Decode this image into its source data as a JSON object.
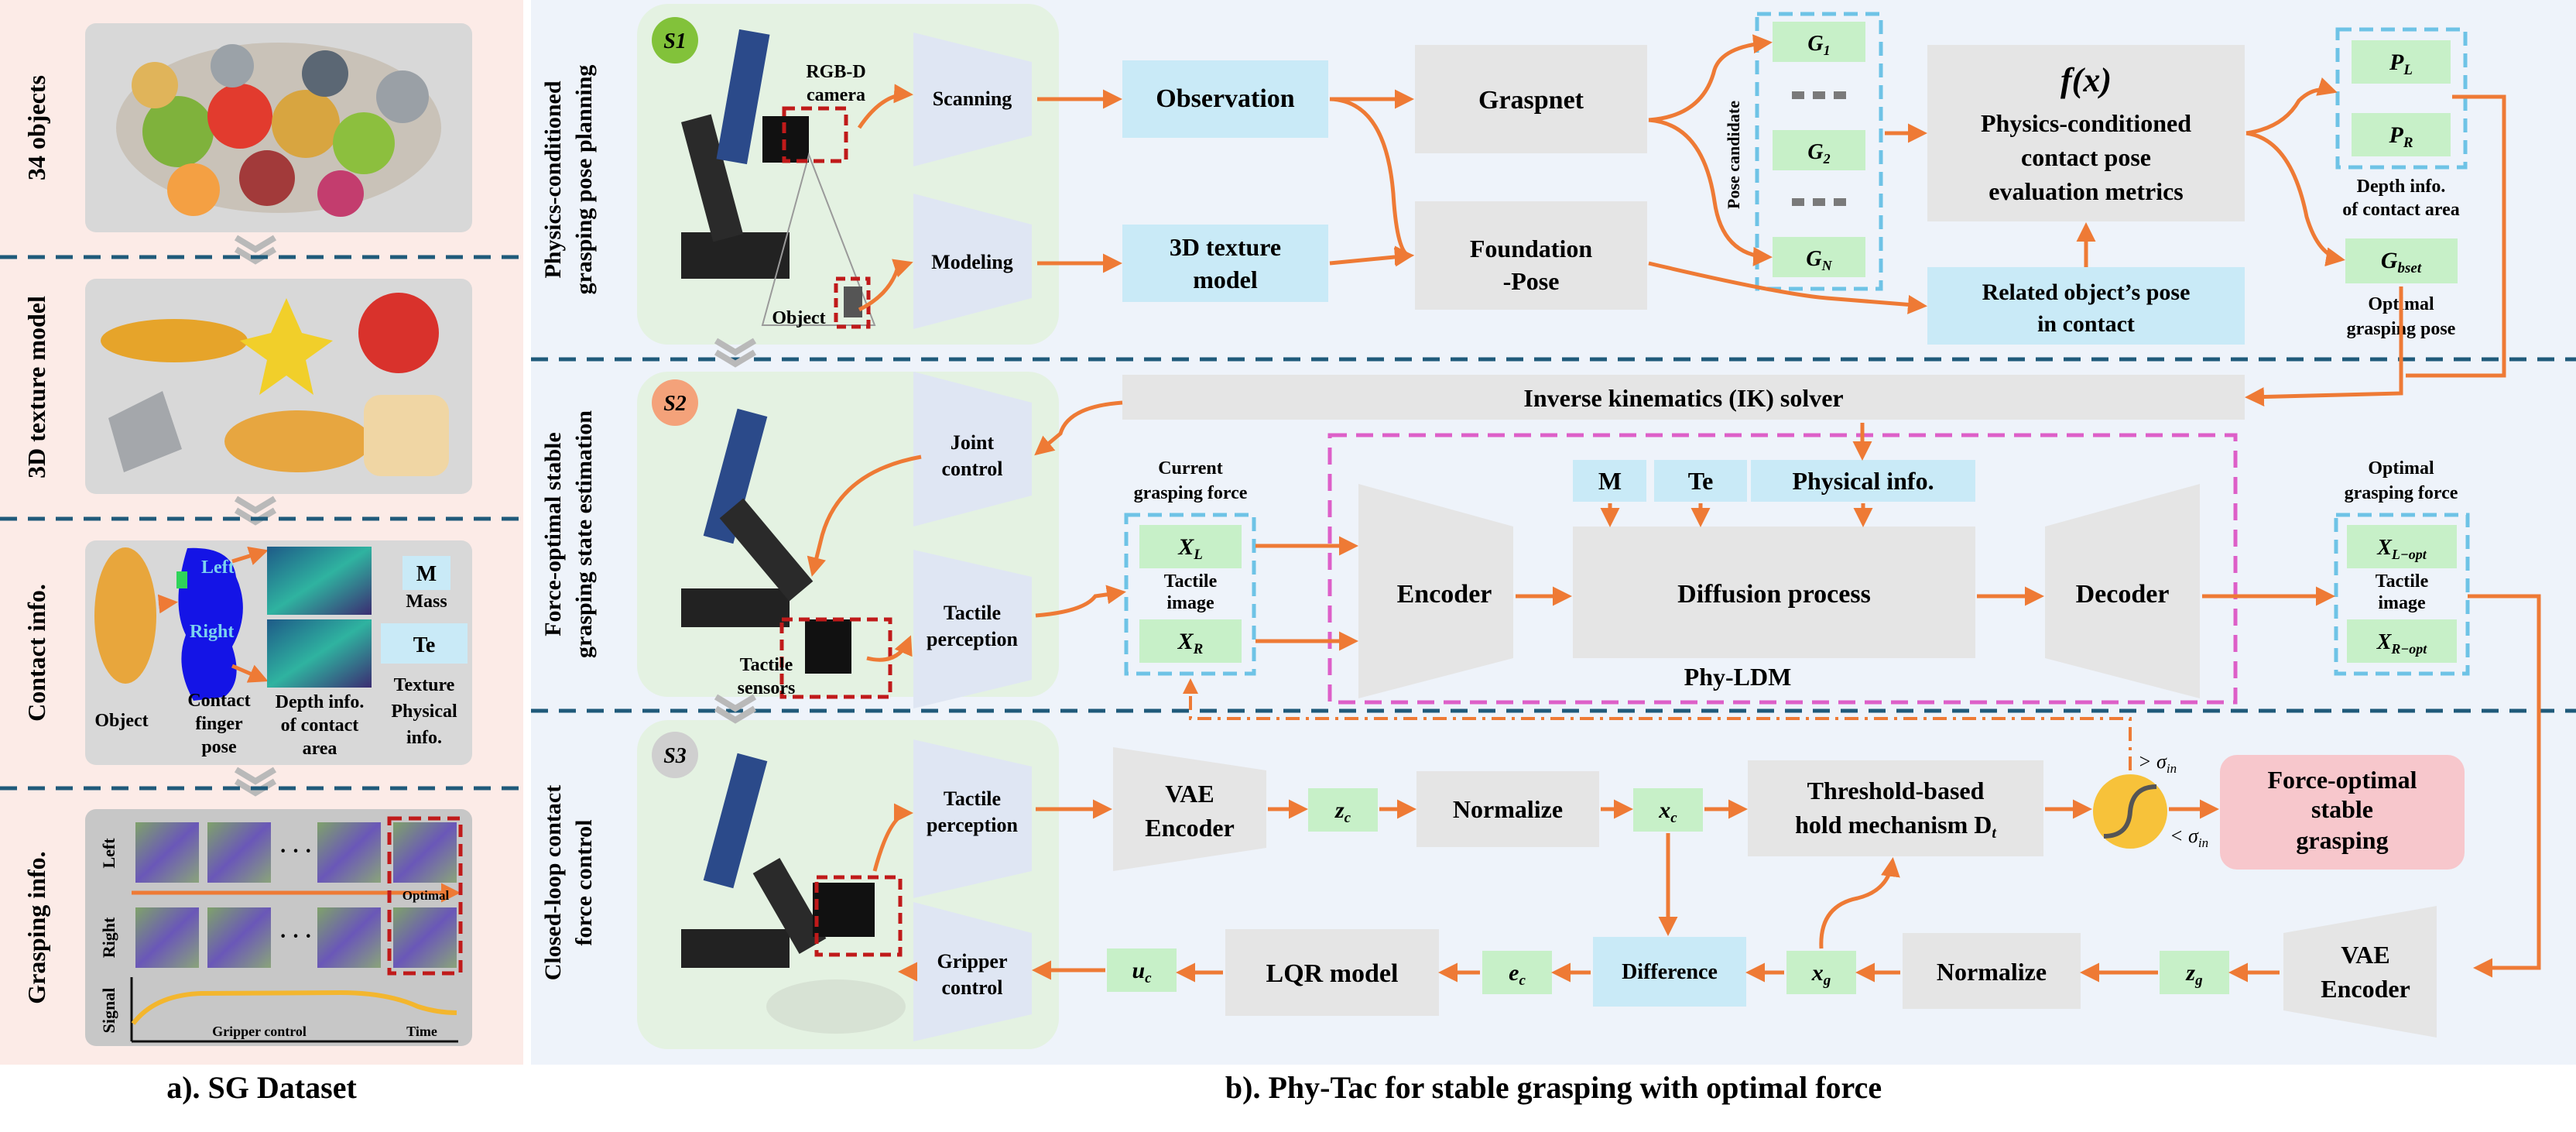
{
  "left_panel": {
    "stage_labels": [
      "34 objects",
      "3D texture model",
      "Contact info.",
      "Grasping info."
    ],
    "contact": {
      "left_label": "Left",
      "right_label": "Right",
      "mass_tag": "M",
      "mass_label": "Mass",
      "texture_tag": "Te",
      "texture_label_1": "Texture",
      "texture_label_2": "Physical",
      "texture_label_3": "info.",
      "object_label": "Object",
      "finger_label_1": "Contact",
      "finger_label_2": "finger",
      "finger_label_3": "pose",
      "depth_label_1": "Depth info.",
      "depth_label_2": "of contact",
      "depth_label_3": "area"
    },
    "grasping": {
      "left_label": "Left",
      "right_label": "Right",
      "signal_label": "Signal",
      "optimal_label": "Optimal",
      "gripper_label": "Gripper control",
      "time_label": "Time",
      "dots": "· · ·"
    },
    "caption": "a). SG Dataset"
  },
  "right_panel": {
    "caption": "b). Phy-Tac for stable grasping with optimal force",
    "section_titles": {
      "s1_line1": "Physics-conditioned",
      "s1_line2": "grasping pose planning",
      "s2_line1": "Force-optimal stable",
      "s2_line2": "grasping state estimation",
      "s3_line1": "Closed-loop contact",
      "s3_line2": "force control"
    },
    "badges": [
      "S1",
      "S2",
      "S3"
    ],
    "s1": {
      "rgbd_label_1": "RGB-D",
      "rgbd_label_2": "camera",
      "object_label": "Object",
      "scanning": "Scanning",
      "modeling": "Modeling",
      "observation": "Observation",
      "texture_model_1": "3D texture",
      "texture_model_2": "model",
      "graspnet": "Graspnet",
      "foundation_1": "Foundation",
      "foundation_2": "-Pose",
      "pose_candidate": "Pose candidate",
      "g1": "G",
      "g1_sub": "1",
      "g2": "G",
      "g2_sub": "2",
      "gn": "G",
      "gn_sub": "N",
      "fx": "f(x)",
      "metric_1": "Physics-conditioned",
      "metric_2": "contact pose",
      "metric_3": "evaluation metrics",
      "related_1": "Related object’s pose",
      "related_2": "in contact",
      "pl": "P",
      "pl_sub": "L",
      "pr": "P",
      "pr_sub": "R",
      "depth_1": "Depth info.",
      "depth_2": "of contact area",
      "gbest": "G",
      "gbest_sub": "bset",
      "optimal_1": "Optimal",
      "optimal_2": "grasping pose"
    },
    "s2": {
      "ik_solver": "Inverse kinematics (IK) solver",
      "joint_1": "Joint",
      "joint_2": "control",
      "tactile_1": "Tactile",
      "tactile_2": "perception",
      "tactile_sensors_1": "Tactile",
      "tactile_sensors_2": "sensors",
      "current_1": "Current",
      "current_2": "grasping force",
      "xl": "X",
      "xl_sub": "L",
      "xr": "X",
      "xr_sub": "R",
      "tactile_image_1": "Tactile",
      "tactile_image_2": "image",
      "m": "M",
      "te": "Te",
      "physical": "Physical info.",
      "encoder": "Encoder",
      "diffusion": "Diffusion process",
      "decoder": "Decoder",
      "ldm": "Phy-LDM",
      "optimal_1": "Optimal",
      "optimal_2": "grasping force",
      "xlopt": "X",
      "xlopt_sub": "L−opt",
      "xropt": "X",
      "xropt_sub": "R−opt",
      "tactile_image_b1": "Tactile",
      "tactile_image_b2": "image"
    },
    "s3": {
      "tactile_1": "Tactile",
      "tactile_2": "perception",
      "gripper_1": "Gripper",
      "gripper_2": "control",
      "vae_enc_1": "VAE",
      "vae_enc_2": "Encoder",
      "zc": "z",
      "zc_sub": "c",
      "normalize_top": "Normalize",
      "xc": "x",
      "xc_sub": "c",
      "threshold_1": "Threshold-based",
      "threshold_2": "hold mechanism D",
      "threshold_sub": "t",
      "gt_sigma": "> σ",
      "gt_sub": "in",
      "lt_sigma": "< σ",
      "lt_sub": "in",
      "force_opt_1": "Force-optimal",
      "force_opt_2": "stable",
      "force_opt_3": "grasping",
      "uc": "u",
      "uc_sub": "c",
      "lqr": "LQR model",
      "ec": "e",
      "ec_sub": "c",
      "difference": "Difference",
      "xg": "x",
      "xg_sub": "g",
      "normalize_bottom": "Normalize",
      "zg": "z",
      "zg_sub": "g",
      "vae_enc_b1": "VAE",
      "vae_enc_b2": "Encoder"
    }
  },
  "colors": {
    "orange_arrow": "#ee7a35",
    "dashed_navy": "#1f5a7a",
    "blue_box": "#c9eaf7",
    "green_box": "#c7f0c8",
    "gray_box": "#e5e5e5",
    "trap": "#dfe6f3",
    "magenta": "#dd5fc8",
    "cyan_dash": "#6ec3e6",
    "red_dash": "#c01a1a",
    "pink_result": "#f7c7cc",
    "s1_badge": "#82c23a",
    "s2_badge": "#f4a27a",
    "s3_badge": "#cfcfcf",
    "right_bg": "#eef3fa",
    "left_bg": "#fcebe7"
  }
}
